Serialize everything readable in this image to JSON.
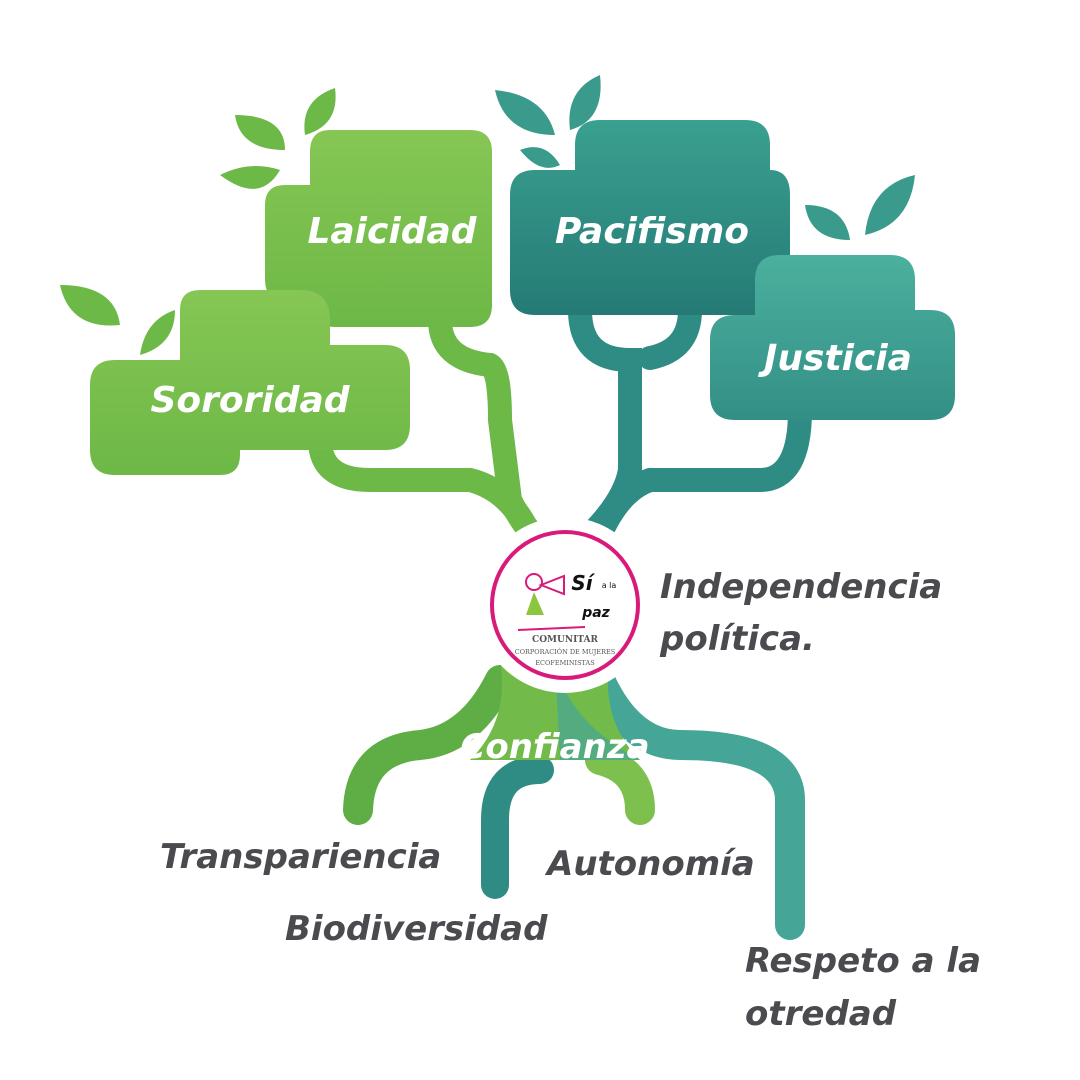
{
  "canopy": {
    "laicidad": "Laicidad",
    "pacifismo": "Pacifismo",
    "sororidad": "Sororidad",
    "justicia": "Justicia"
  },
  "trunk_label": {
    "line1": "Independencia",
    "line2": "política."
  },
  "logo": {
    "slogan_1": "Sí",
    "slogan_2": "a la",
    "slogan_3": "paz",
    "name": "COMUNITAR",
    "subtitle_1": "CORPORACIÓN DE MUJERES",
    "subtitle_2": "ECOFEMINISTAS"
  },
  "roots": {
    "confianza": "Confianza",
    "transparencia": "Transpariencia",
    "biodiversidad": "Biodiversidad",
    "autonomia": "Autonomía",
    "respeto_1": "Respeto a la",
    "respeto_2": "otredad"
  },
  "colors": {
    "green": "#7dc04e",
    "green_dark": "#5fae45",
    "teal": "#2f8c84",
    "teal_light": "#45a596",
    "pink": "#d81b7a"
  }
}
